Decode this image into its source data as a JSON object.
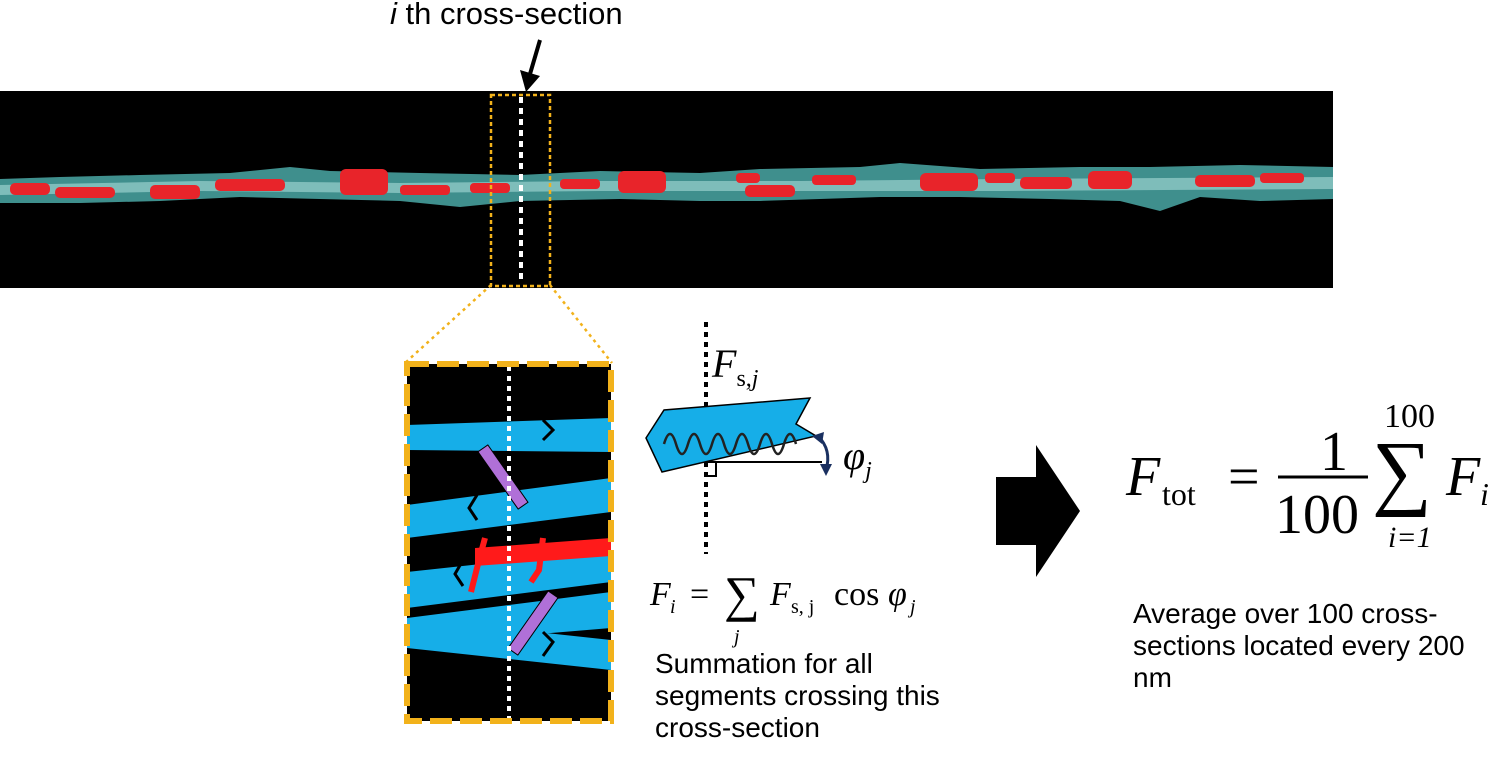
{
  "labels": {
    "cross_section": "i th cross-section",
    "cross_section_index": "i",
    "cross_section_rest": " th cross-section",
    "segment_force_main": "F",
    "segment_force_sub": "s,",
    "segment_force_index": "j",
    "angle_main": "φ",
    "angle_index": "j"
  },
  "formula_fi": {
    "lhs": "F",
    "lhs_index": "i",
    "equals": "=",
    "sum_symbol": "∑",
    "sum_index": "j",
    "term": "F",
    "term_sub": "s, j",
    "cos": "cos",
    "phi": "φ",
    "phi_index": "j"
  },
  "formula_ftot": {
    "lhs": "F",
    "lhs_sub": "tot",
    "equals": "=",
    "numerator": "1",
    "denominator": "100",
    "sum_symbol": "∑",
    "sum_upper": "100",
    "sum_lower": "i=1",
    "term": "F",
    "term_index": "i"
  },
  "notes": {
    "summation": "Summation for all segments crossing this cross-section",
    "average": "Average over 100 cross-sections located every 200 nm"
  },
  "colors": {
    "background": "#000000",
    "highlight_box": "#f2b21b",
    "segment_blue": "#16aee8",
    "segment_red": "#ff1a1a",
    "crosslink_purple": "#b070d8",
    "fiber_teal": "#5fb7b4",
    "fiber_red": "#e8242a"
  }
}
